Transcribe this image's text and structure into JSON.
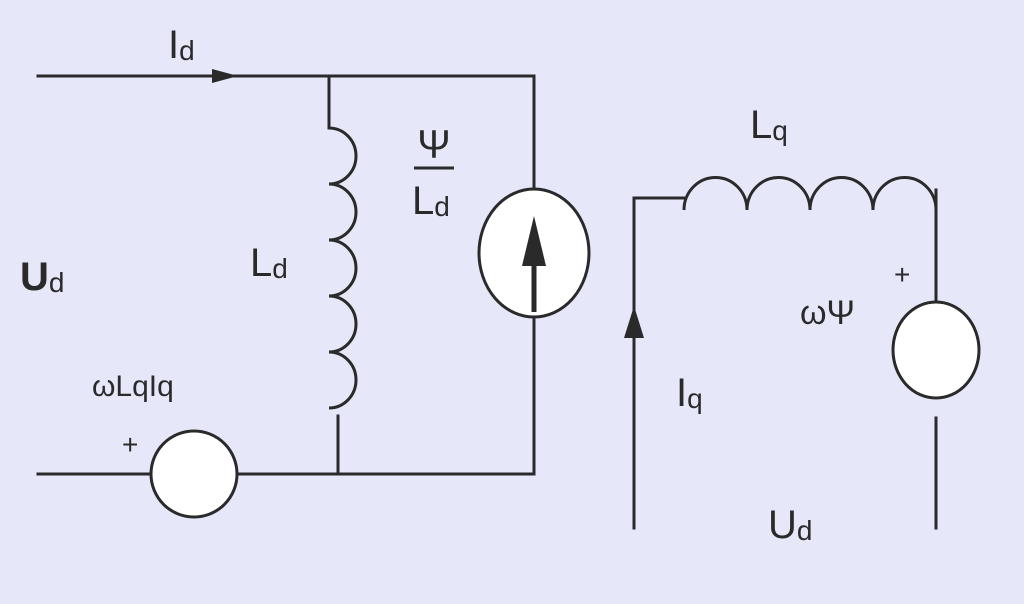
{
  "d_axis": {
    "current": {
      "main": "I",
      "sub": "d"
    },
    "voltage": {
      "main": "U",
      "sub": "d"
    },
    "inductor": {
      "main": "L",
      "sub": "d"
    },
    "current_source": {
      "numerator": "Ψ",
      "denominator_main": "L",
      "denominator_sub": "d"
    },
    "voltage_source": {
      "text": "ωLqIq",
      "polarity": "+"
    }
  },
  "q_axis": {
    "current": {
      "main": "I",
      "sub": "q"
    },
    "voltage": {
      "main": "U",
      "sub": "d"
    },
    "inductor": {
      "main": "L",
      "sub": "q"
    },
    "voltage_source": {
      "text": "ωΨ",
      "polarity": "+"
    }
  },
  "colors": {
    "background": "#e6e8fa",
    "line": "#2a2a2a",
    "source_fill": "#ffffff"
  }
}
